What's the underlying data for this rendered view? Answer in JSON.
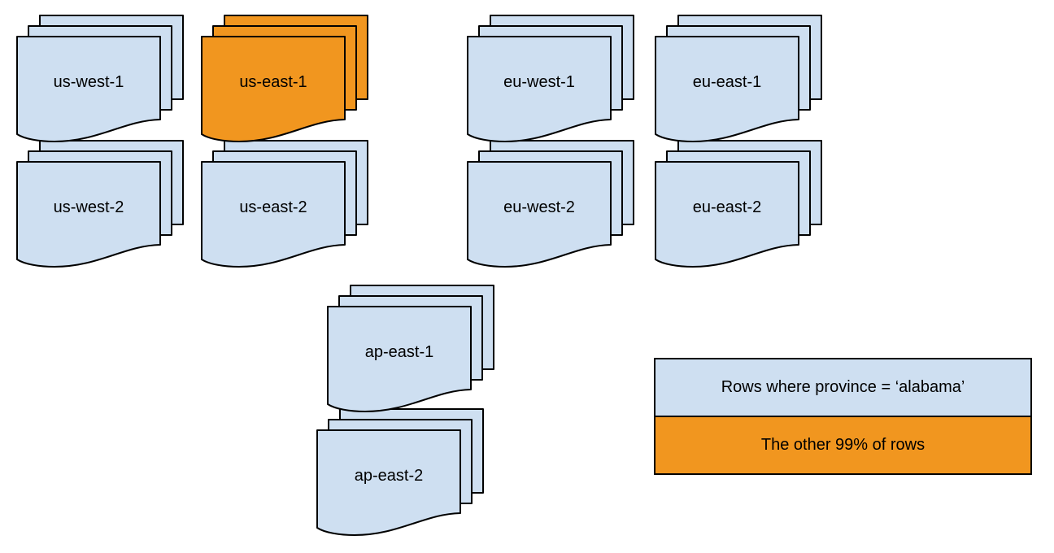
{
  "colors": {
    "region_fill": "#cedff1",
    "highlight_fill": "#f1961f",
    "stroke": "#000000",
    "text": "#000000"
  },
  "regions": [
    {
      "id": "us-west-1",
      "label": "us-west-1",
      "highlighted": false
    },
    {
      "id": "us-east-1",
      "label": "us-east-1",
      "highlighted": true
    },
    {
      "id": "eu-west-1",
      "label": "eu-west-1",
      "highlighted": false
    },
    {
      "id": "eu-east-1",
      "label": "eu-east-1",
      "highlighted": false
    },
    {
      "id": "us-west-2",
      "label": "us-west-2",
      "highlighted": false
    },
    {
      "id": "us-east-2",
      "label": "us-east-2",
      "highlighted": false
    },
    {
      "id": "eu-west-2",
      "label": "eu-west-2",
      "highlighted": false
    },
    {
      "id": "eu-east-2",
      "label": "eu-east-2",
      "highlighted": false
    },
    {
      "id": "ap-east-1",
      "label": "ap-east-1",
      "highlighted": false
    },
    {
      "id": "ap-east-2",
      "label": "ap-east-2",
      "highlighted": false
    }
  ],
  "legend": {
    "items": [
      {
        "label": "Rows where province = ‘alabama’",
        "highlighted": false
      },
      {
        "label": "The other 99% of rows",
        "highlighted": true
      }
    ]
  }
}
